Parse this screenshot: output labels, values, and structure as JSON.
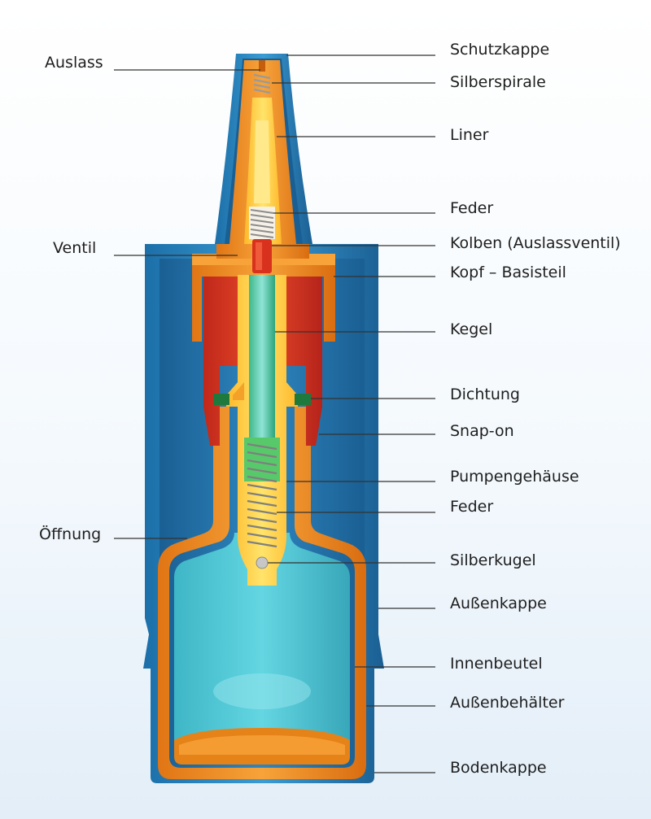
{
  "labels_left": [
    {
      "id": "auslass",
      "text": "Auslass"
    },
    {
      "id": "ventil",
      "text": "Ventil"
    },
    {
      "id": "oeffnung",
      "text": "Öffnung"
    }
  ],
  "labels_right": [
    {
      "id": "schutzkappe",
      "text": "Schutzkappe"
    },
    {
      "id": "silberspirale",
      "text": "Silberspirale"
    },
    {
      "id": "liner",
      "text": "Liner"
    },
    {
      "id": "feder-top",
      "text": "Feder"
    },
    {
      "id": "kolben",
      "text": "Kolben (Auslassventil)"
    },
    {
      "id": "kopf-basisteil",
      "text": "Kopf – Basisteil"
    },
    {
      "id": "kegel",
      "text": "Kegel"
    },
    {
      "id": "dichtung",
      "text": "Dichtung"
    },
    {
      "id": "snap-on",
      "text": "Snap-on"
    },
    {
      "id": "pumpengehaeuse",
      "text": "Pumpengehäuse"
    },
    {
      "id": "feder-bottom",
      "text": "Feder"
    },
    {
      "id": "silberkugel",
      "text": "Silberkugel"
    },
    {
      "id": "aussenkappe",
      "text": "Außenkappe"
    },
    {
      "id": "innenbeutel",
      "text": "Innenbeutel"
    },
    {
      "id": "aussenbehaelter",
      "text": "Außenbehälter"
    },
    {
      "id": "bodenkappe",
      "text": "Bodenkappe"
    }
  ],
  "colors": {
    "outer_cap_blue": "#1a79b8",
    "outer_cap_light": "#4aa3d8",
    "orange": "#f08a1c",
    "yellow": "#ffd84a",
    "red": "#d8321e",
    "green": "#1e7a3c",
    "teal": "#4ecbd9",
    "silver": "#b8b8b8",
    "leader_line": "#333333"
  }
}
